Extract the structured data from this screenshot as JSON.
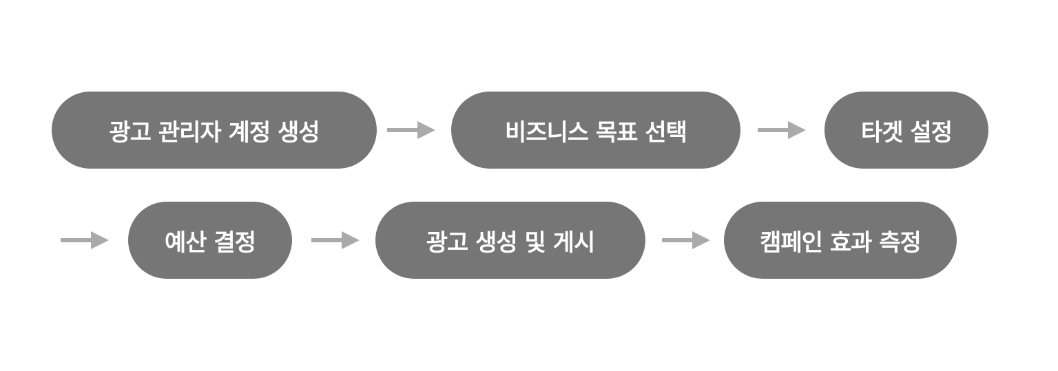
{
  "diagram": {
    "type": "process-flow",
    "colors": {
      "node_fill": "#767676",
      "node_text": "#ffffff",
      "arrow": "#aaaaaa",
      "background": "#ffffff"
    },
    "steps": [
      {
        "label": "광고 관리자 계정 생성"
      },
      {
        "label": "비즈니스 목표 선택"
      },
      {
        "label": "타겟 설정"
      },
      {
        "label": "예산 결정"
      },
      {
        "label": "광고 생성 및 게시"
      },
      {
        "label": "캠페인 효과 측정"
      }
    ],
    "arrows": [
      {
        "from": 0,
        "to": 1
      },
      {
        "from": 1,
        "to": 2
      },
      {
        "from": 2,
        "to": 3
      },
      {
        "from": 3,
        "to": 4
      },
      {
        "from": 4,
        "to": 5
      }
    ]
  }
}
